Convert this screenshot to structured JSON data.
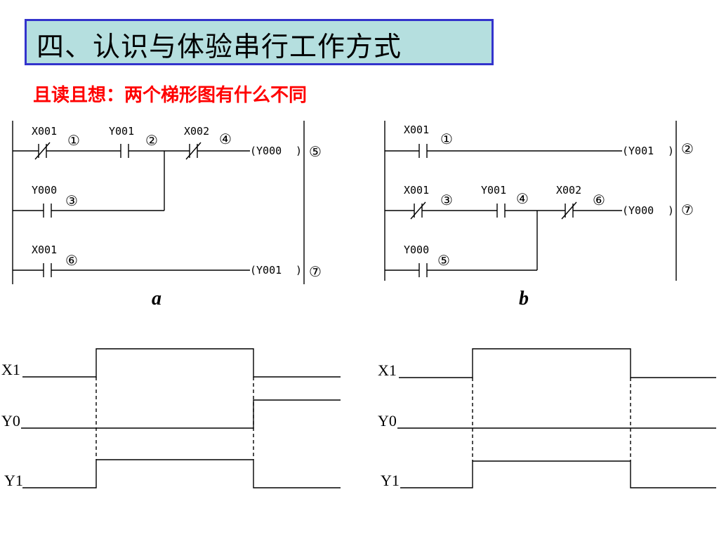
{
  "title": "四、认识与体验串行工作方式",
  "subtitle": "且读且想：两个梯形图有什么不同",
  "ladder_a": {
    "caption": "a",
    "contacts": [
      "X001",
      "Y001",
      "X002",
      "Y000",
      "X001"
    ],
    "coils": [
      "(Y000",
      ")",
      "(Y001",
      ")"
    ],
    "steps": [
      "①",
      "②",
      "④",
      "⑤",
      "③",
      "⑥",
      "⑦"
    ]
  },
  "ladder_b": {
    "caption": "b",
    "contacts": [
      "X001",
      "X001",
      "Y001",
      "X002",
      "Y000"
    ],
    "coils": [
      "(Y001",
      ")",
      "(Y000",
      ")"
    ],
    "steps": [
      "①",
      "②",
      "③",
      "④",
      "⑥",
      "⑦",
      "⑤"
    ]
  },
  "timing_a": {
    "signals": [
      "X1",
      "Y0",
      "Y1"
    ]
  },
  "timing_b": {
    "signals": [
      "X1",
      "Y0",
      "Y1"
    ]
  }
}
